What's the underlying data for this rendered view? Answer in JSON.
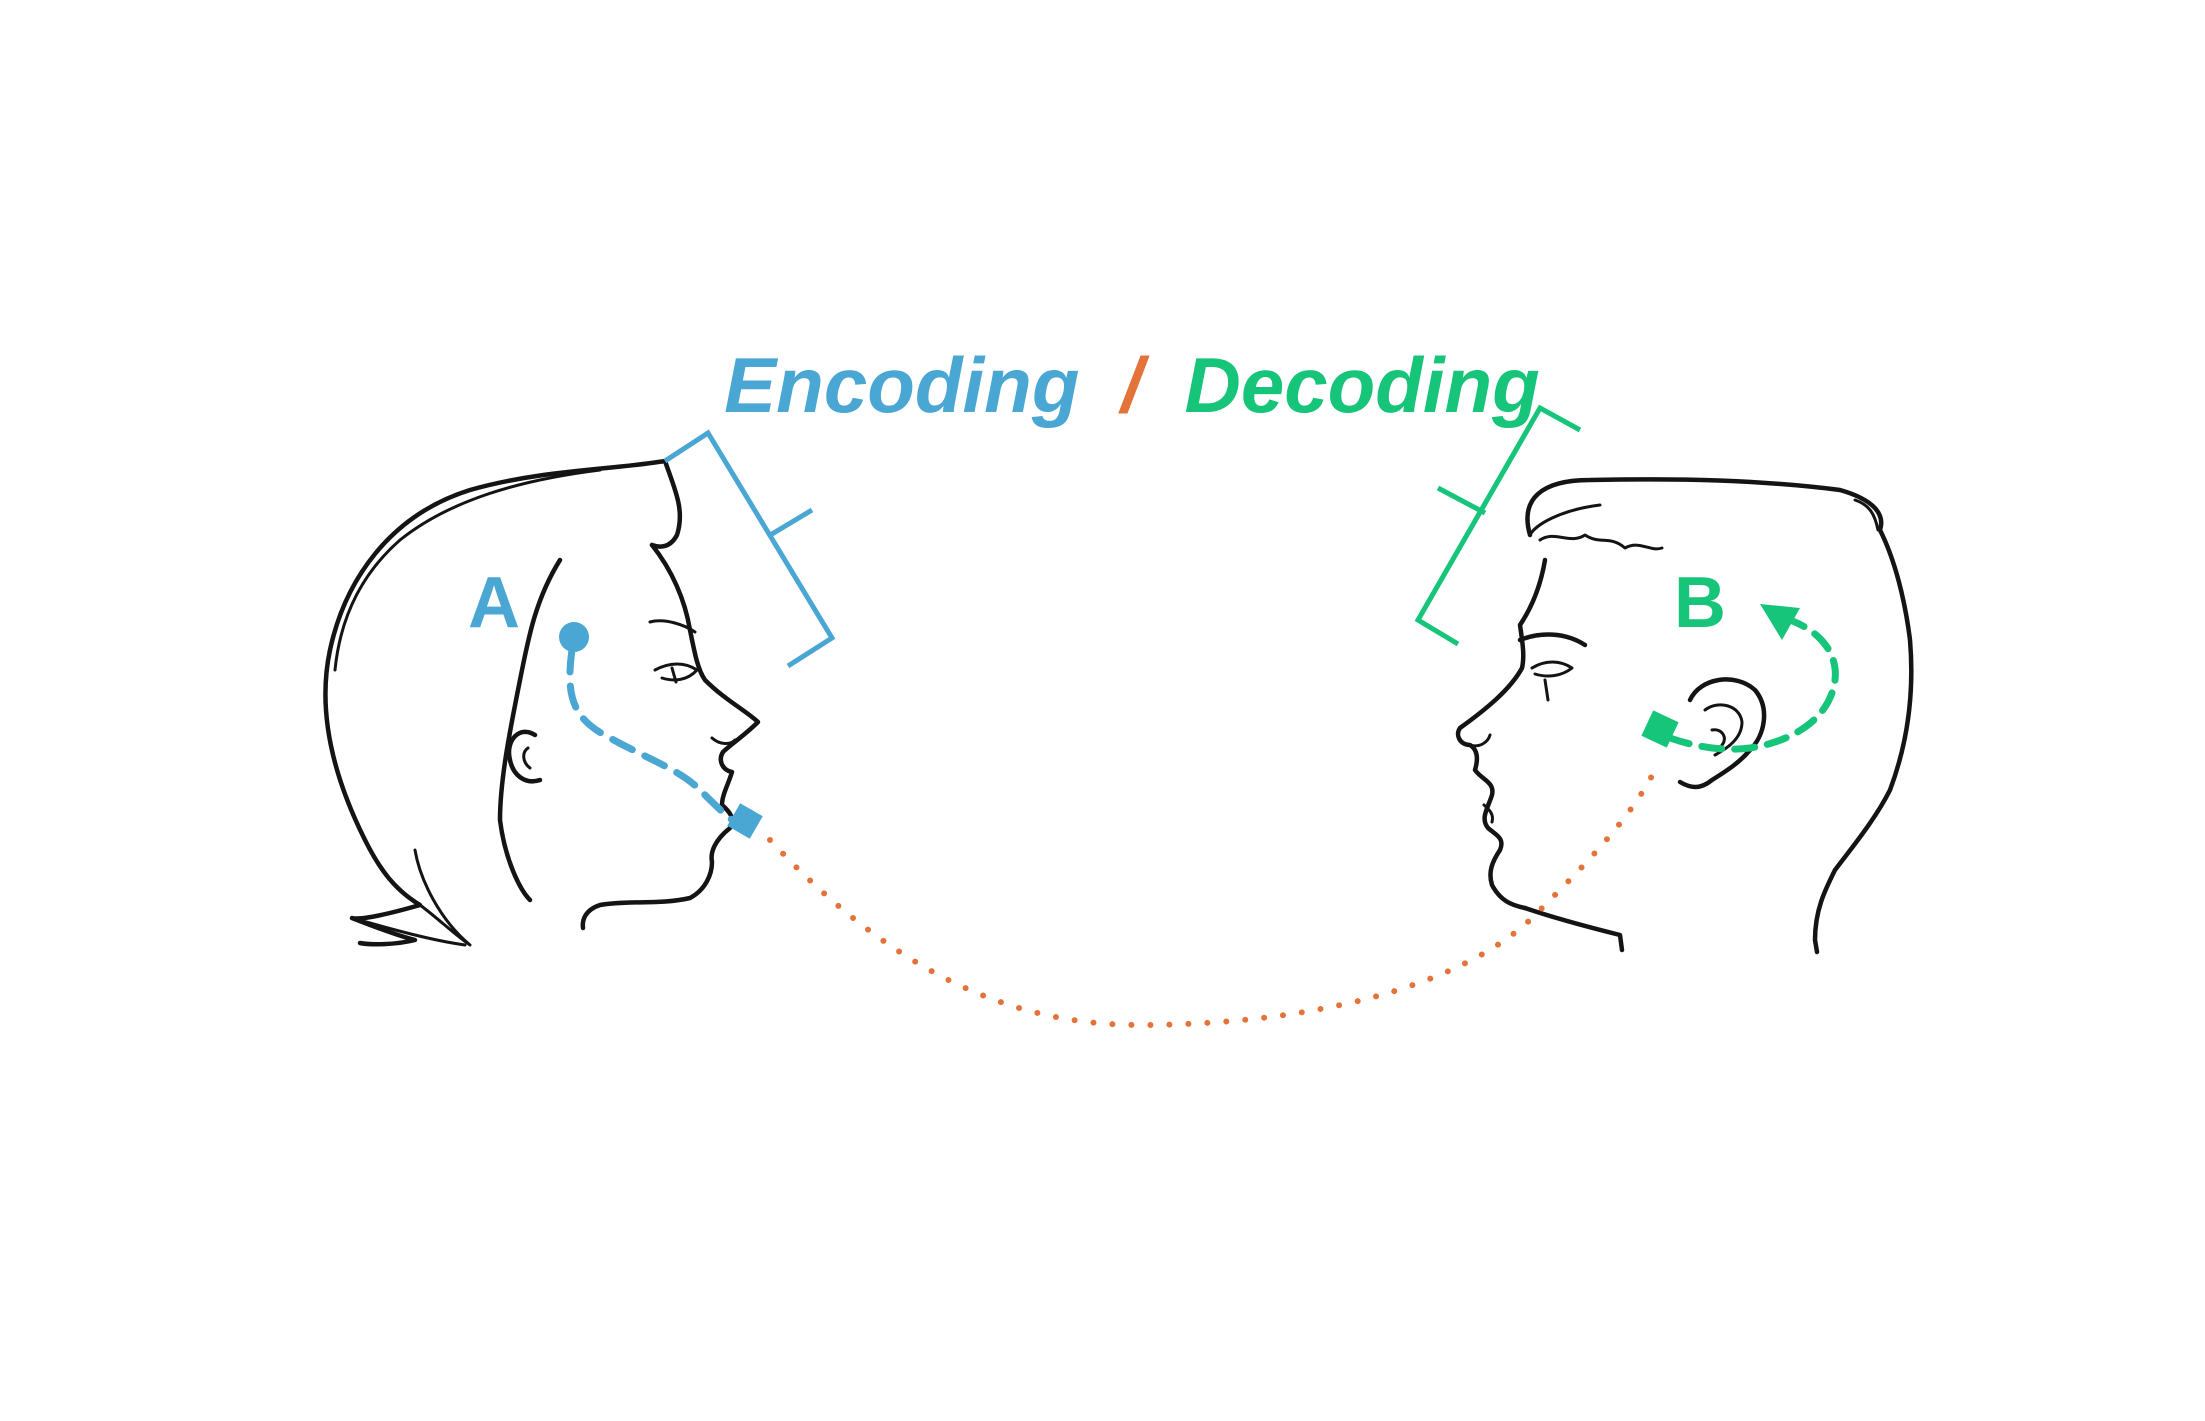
{
  "title": {
    "encoding": "Encoding",
    "separator": "/",
    "decoding": "Decoding"
  },
  "speaker": {
    "label": "A"
  },
  "listener": {
    "label": "B"
  },
  "colors": {
    "encoding": "#4aa6d2",
    "decoding": "#16c47a",
    "channel": "#e4733a",
    "sketch": "#141414",
    "background": "#ffffff"
  },
  "icons": {
    "speaker": "woman-head-profile-icon",
    "listener": "man-head-profile-icon"
  }
}
